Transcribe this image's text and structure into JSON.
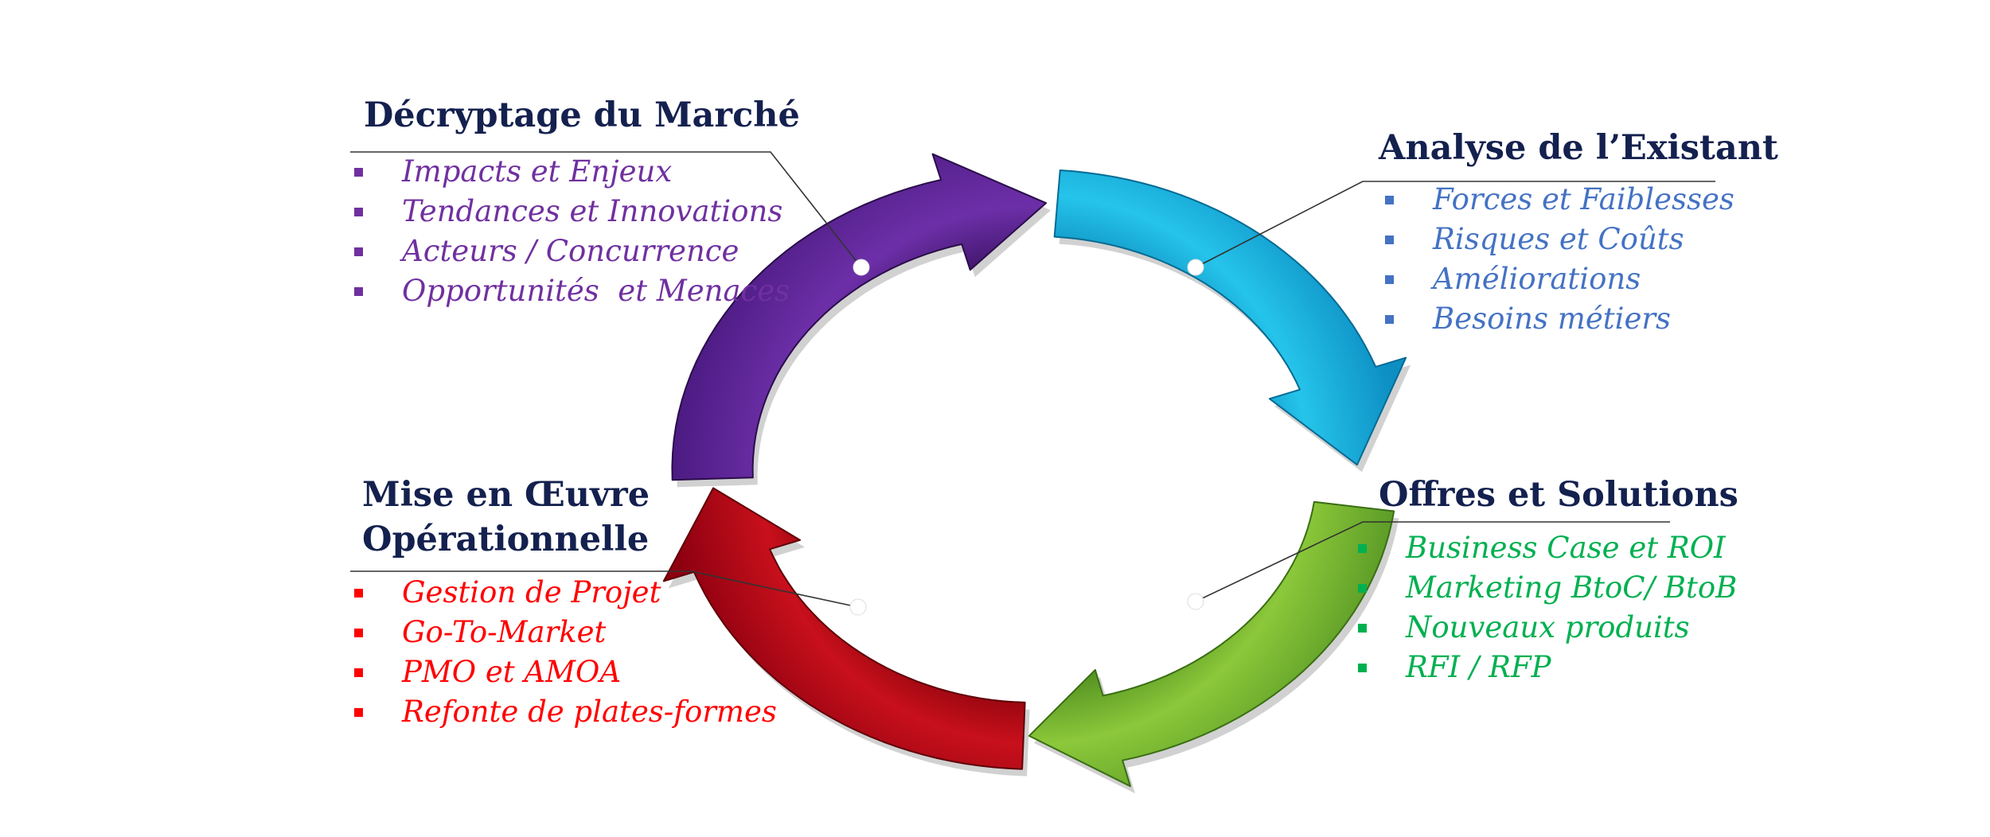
{
  "colors": {
    "title": "#14214f",
    "purple": "#7030a0",
    "blue": "#4472c4",
    "green": "#00b050",
    "red": "#ff0000"
  },
  "quadrants": {
    "top_left": {
      "title": "Décryptage du Marché",
      "items": [
        "Impacts et Enjeux",
        "Tendances et Innovations",
        "Acteurs / Concurrence",
        "Opportunités  et Menaces"
      ]
    },
    "top_right": {
      "title": "Analyse de l’Existant",
      "items": [
        "Forces et Faiblesses",
        "Risques et Coûts",
        "Améliorations",
        "Besoins métiers"
      ]
    },
    "bottom_left": {
      "title_lines": [
        "Mise en Œuvre",
        "Opérationnelle"
      ],
      "items": [
        "Gestion de Projet",
        "Go-To-Market",
        "PMO et AMOA",
        "Refonte de plates-formes"
      ]
    },
    "bottom_right": {
      "title": "Offres et Solutions",
      "items": [
        "Business Case et ROI",
        "Marketing BtoC/ BtoB",
        "Nouveaux produits",
        "RFI / RFP"
      ]
    }
  }
}
